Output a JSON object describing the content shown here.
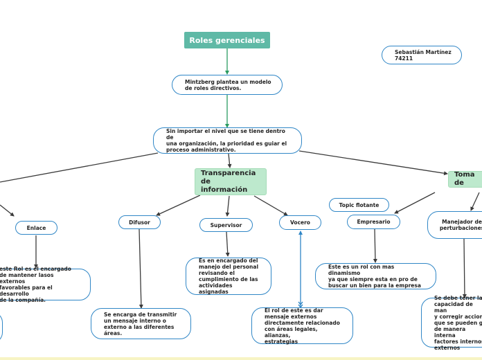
{
  "title": "Roles gerenciales",
  "author": "Sebastián Martínez\n74211",
  "intro": "Mintzberg plantea un modelo\nde roles directivos.",
  "central": "Sin importar el nivel que se tiene dentro de\nuna organización, la prioridad es guiar el\nproceso administrativo.",
  "transparencia": {
    "label": "Transparencia de\ninformación",
    "difusor": "Difusor",
    "difusor_desc": "Se encarga de transmitir\nun mensaje interno o\nexterno a las diferentes\náreas.",
    "supervisor": "Supervisor",
    "supervisor_desc": "Es en encargado del\nmanejo del personal\nrevisando el\ncumplimiento de las\nactividades asignadas",
    "vocero": "Vocero",
    "vocero_desc": "El rol de este es dar\nmensaje externos\ndirectamente relacionado\ncon áreas legales, alianzas,\nestrategias"
  },
  "interpersonal": {
    "enlace": "Enlace",
    "enlace_desc": "este Rol es el encargado\nde mantener lasos externos\nfavorables para el desarrollo\nde la compañía."
  },
  "decision": {
    "label": "Toma de",
    "topic_flotante": "Topic flotante",
    "empresario": "Empresario",
    "empresario_desc": "Este es un rol con mas dinamismo\nya que siempre esta en pro de\nbuscar un bien para la empresa",
    "manejador": "Manejador de\nperturbaciones",
    "manejador_desc": "Se debe tener la\ncapacidad de man\ny corregir accione\nque se pueden ge\nde manera interna\nfactores internos\nexternos"
  },
  "colors": {
    "title_bg": "#5fb9a6",
    "node_border": "#2f86c6",
    "topic_bg": "#bde9cd",
    "link_green": "#2a9a60",
    "link_dark": "#3a3a3a",
    "link_blue": "#2f86c6"
  }
}
